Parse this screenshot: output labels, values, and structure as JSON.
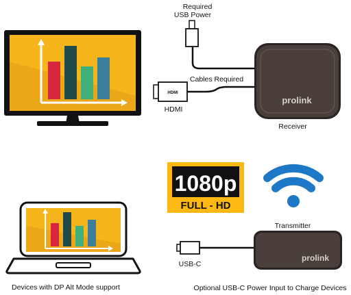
{
  "labels": {
    "required_usb_power_line1": "Required",
    "required_usb_power_line2": "USB Power",
    "cables_required": "Cables Required",
    "hdmi": "HDMI",
    "hdmi_plug_text": "HDMI",
    "receiver": "Receiver",
    "transmitter": "Transmitter",
    "usb_c": "USB-C",
    "devices_caption": "Devices with DP Alt Mode support",
    "optional_power": "Optional USB-C Power Input to Charge Devices"
  },
  "brand": {
    "receiver_logo": "prolink",
    "transmitter_logo": "prolink"
  },
  "badge": {
    "resolution": "1080p",
    "quality": "FULL - HD",
    "colors": {
      "outer": "#FDB813",
      "inner": "#111111",
      "text_main": "#FFFFFF",
      "text_sub": "#111111"
    }
  },
  "icons": {
    "tv": "monitor-icon",
    "laptop": "laptop-icon",
    "wifi": "wifi-icon",
    "receiver": "receiver-box-icon",
    "transmitter": "transmitter-dongle-icon",
    "usb_plug": "usb-plug-icon",
    "hdmi_plug": "hdmi-plug-icon",
    "usbc_plug": "usbc-plug-icon"
  },
  "colors": {
    "screen_bg": "#F6B51A",
    "bar_red": "#D9263F",
    "bar_dark_teal": "#1F4A4A",
    "bar_green": "#3FB07A",
    "bar_blue": "#3D7F9B",
    "wifi_blue": "#1E78C8",
    "device_dark": "#4A3F3B"
  }
}
